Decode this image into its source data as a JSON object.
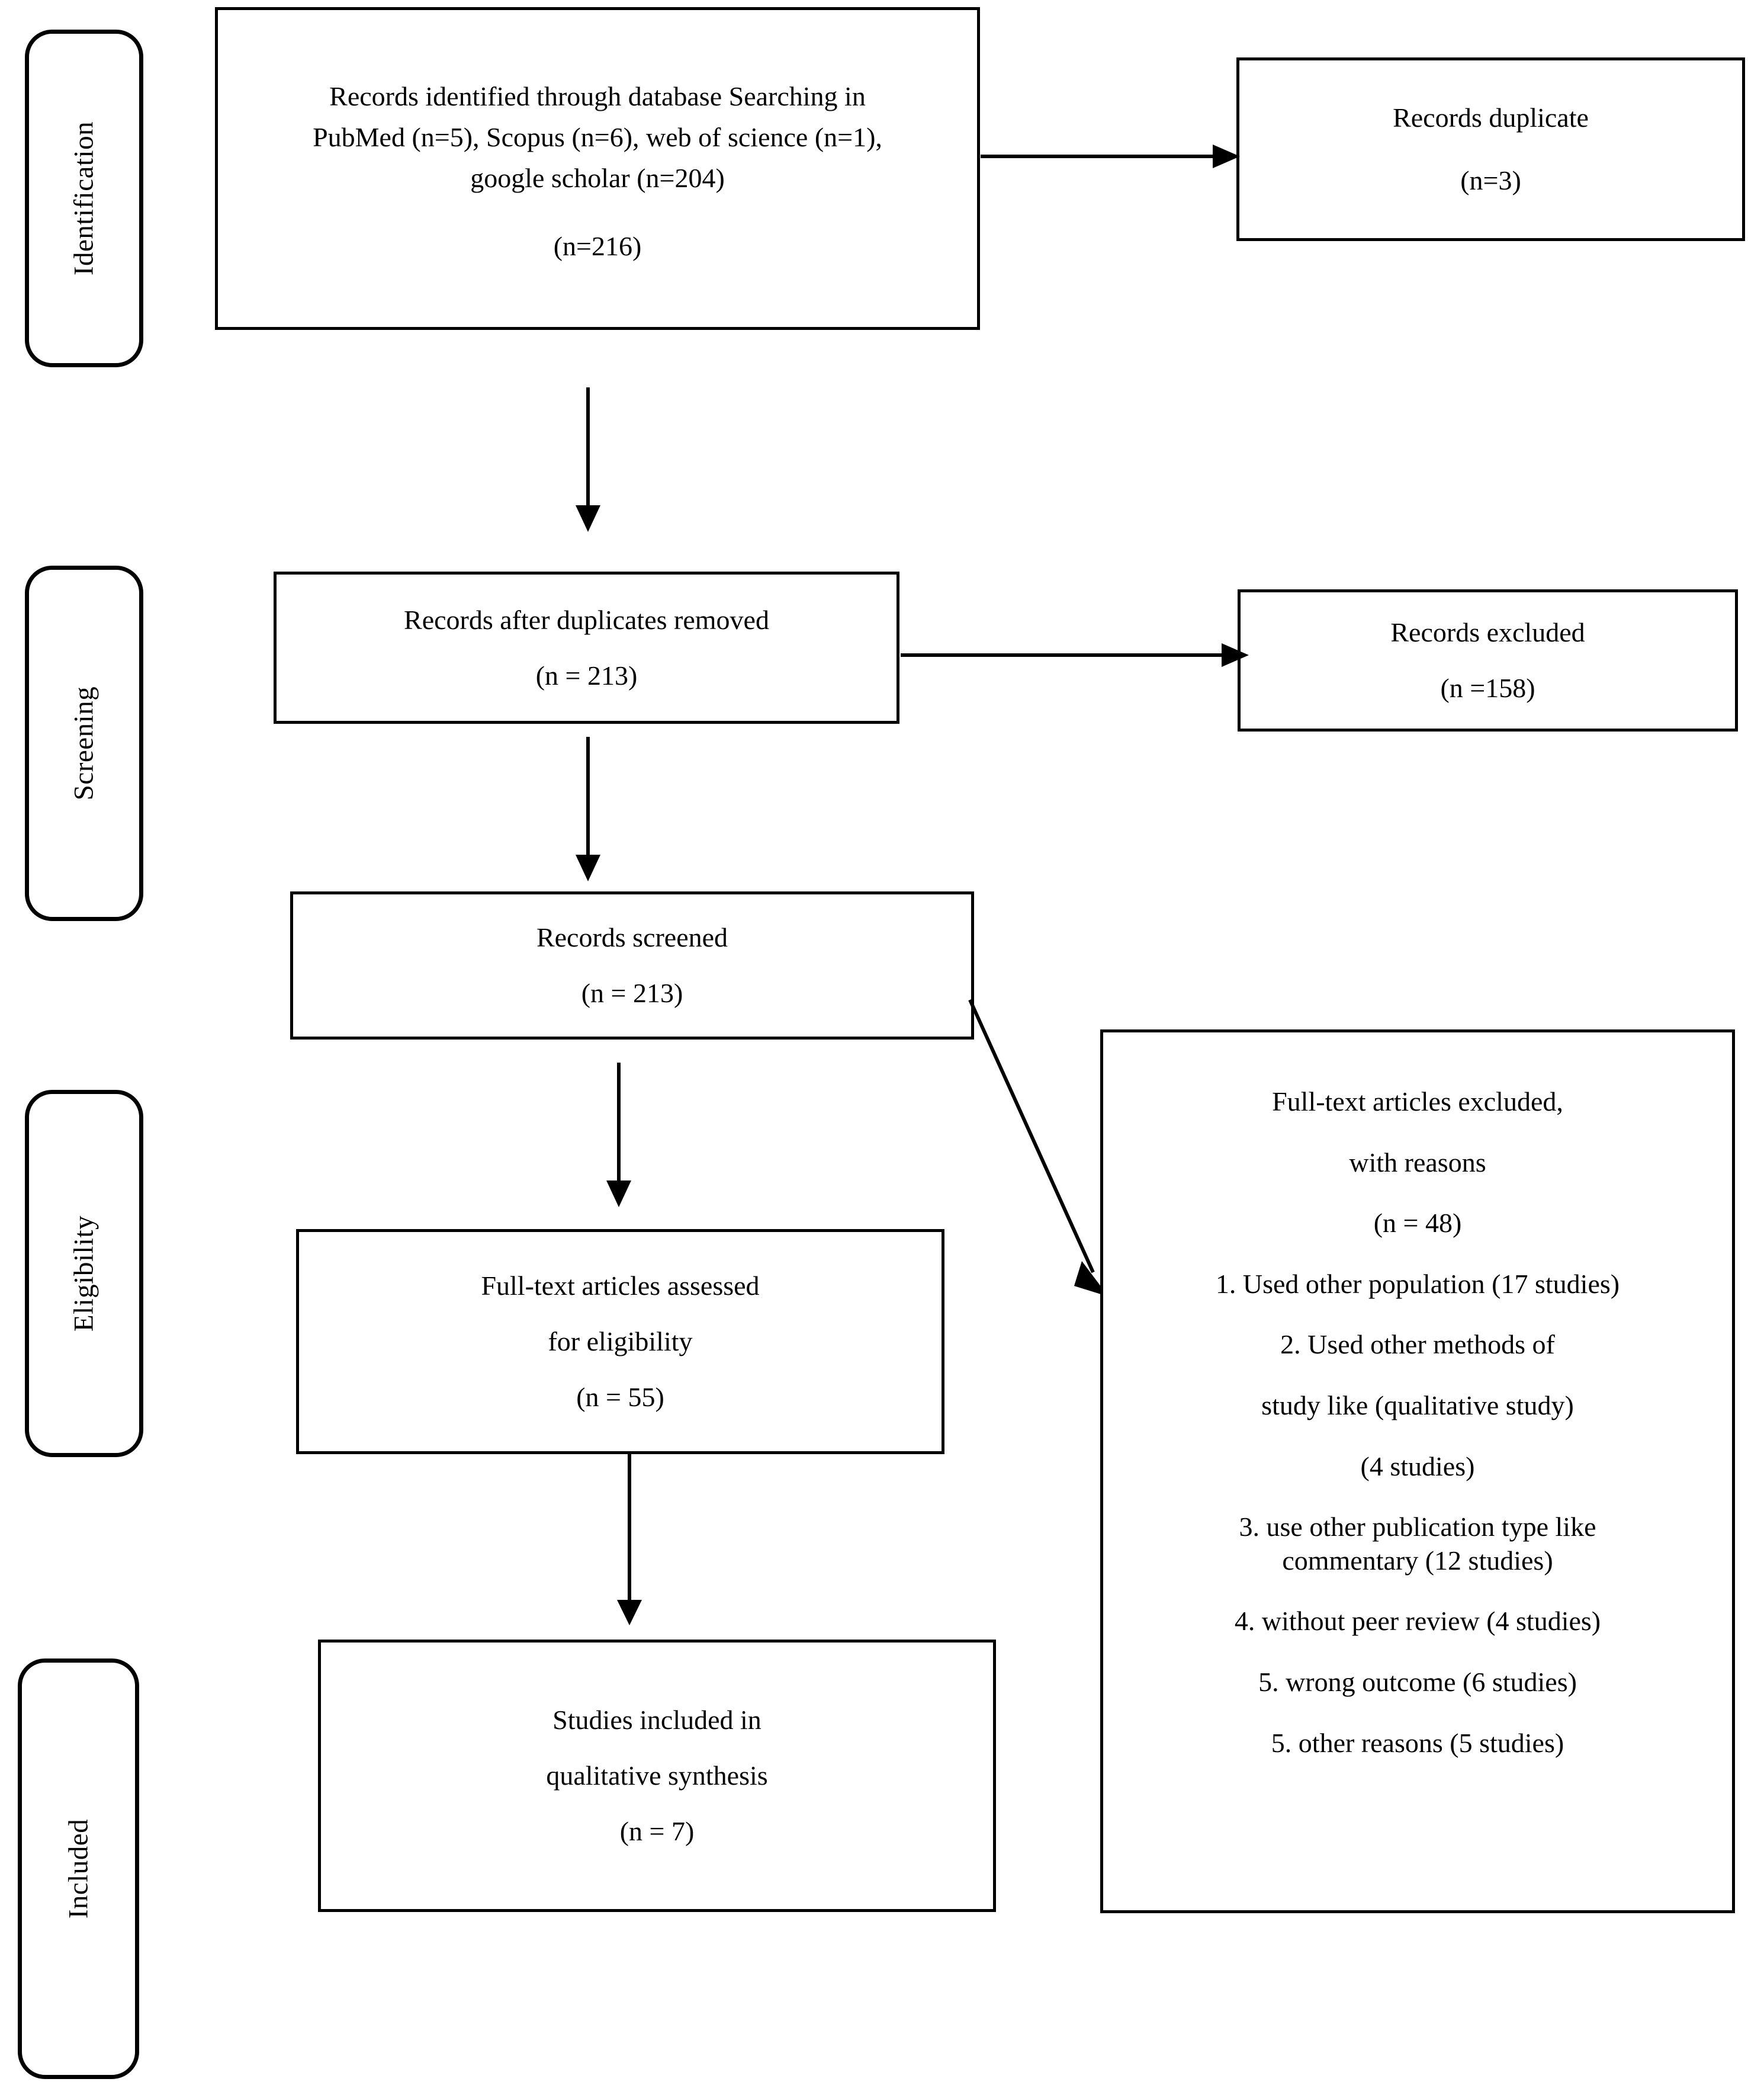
{
  "diagram": {
    "type": "prisma-flow-diagram",
    "stages": [
      {
        "id": "identification",
        "label": "Identification"
      },
      {
        "id": "screening",
        "label": "Screening"
      },
      {
        "id": "eligibility",
        "label": "Eligibility"
      },
      {
        "id": "included",
        "label": "Included"
      }
    ],
    "boxes": {
      "identified": {
        "paragraph": "Records identified through database Searching in PubMed (n=5), Scopus (n=6), web of science (n=1), google scholar (n=204)",
        "count": "(n=216)"
      },
      "duplicates": {
        "title": "Records duplicate",
        "count": "(n=3)"
      },
      "after_duplicates": {
        "title": "Records after duplicates removed",
        "count": "(n = 213)"
      },
      "records_excluded": {
        "title": "Records excluded",
        "count": "(n =158)"
      },
      "records_screened": {
        "title": "Records screened",
        "count": "(n = 213)"
      },
      "fulltext_assessed": {
        "title": "Full-text articles assessed",
        "subtitle": "for eligibility",
        "count": "(n = 55)"
      },
      "studies_included": {
        "title": "Studies included in",
        "subtitle": "qualitative synthesis",
        "count": "(n = 7)"
      },
      "fulltext_excluded": {
        "title": "Full-text articles excluded,",
        "subtitle": "with reasons",
        "count": "(n = 48)",
        "reasons": [
          "1. Used other population (17 studies)",
          "2. Used other methods of",
          "study like (qualitative study)",
          "(4 studies)",
          "3. use other publication type like",
          "commentary (12 studies)",
          "4. without peer review (4 studies)",
          "5. wrong outcome (6 studies)",
          "5. other reasons (5 studies)"
        ]
      }
    },
    "connectors": [
      {
        "id": "identified-to-duplicates",
        "kind": "arrow-right"
      },
      {
        "id": "identified-to-after-dup",
        "kind": "arrow-down"
      },
      {
        "id": "after-dup-to-excluded",
        "kind": "arrow-right"
      },
      {
        "id": "after-dup-to-screened",
        "kind": "arrow-down"
      },
      {
        "id": "screened-to-assessed",
        "kind": "arrow-down"
      },
      {
        "id": "screened-to-fulltext-excl",
        "kind": "arrow-diagonal"
      },
      {
        "id": "assessed-to-included",
        "kind": "arrow-down"
      }
    ],
    "colors": {
      "stroke": "#000000",
      "background": "#ffffff",
      "text": "#000000"
    }
  }
}
